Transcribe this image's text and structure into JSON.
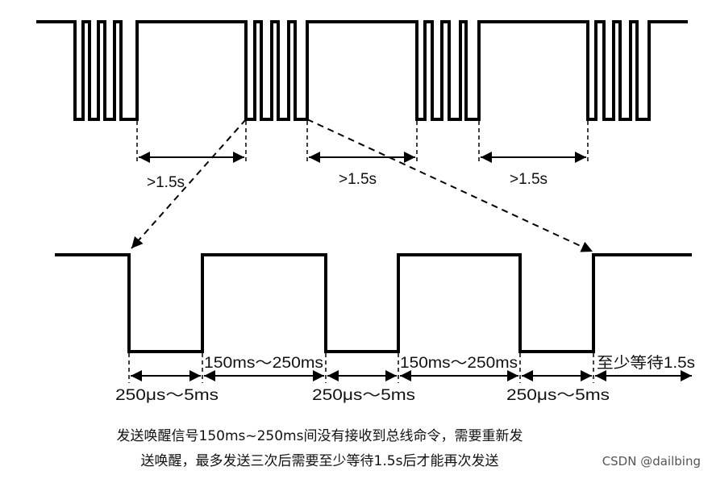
{
  "top_intervals": [
    ">1.5s",
    ">1.5s",
    ">1.5s"
  ],
  "bottom_low_intervals": [
    "250μs～5ms",
    "250μs～5ms",
    "250μs～5ms"
  ],
  "bottom_high_intervals": [
    "150ms～250ms",
    "150ms～250ms"
  ],
  "wait_label": "至少等待1.5s",
  "caption": {
    "line1": "发送唤醒信号150ms~250ms间没有接收到总线命令，需要重新发",
    "line2": "送唤醒，最多发送三次后需要至少等待1.5s后才能再次发送"
  },
  "watermark": "CSDN @dailbing"
}
